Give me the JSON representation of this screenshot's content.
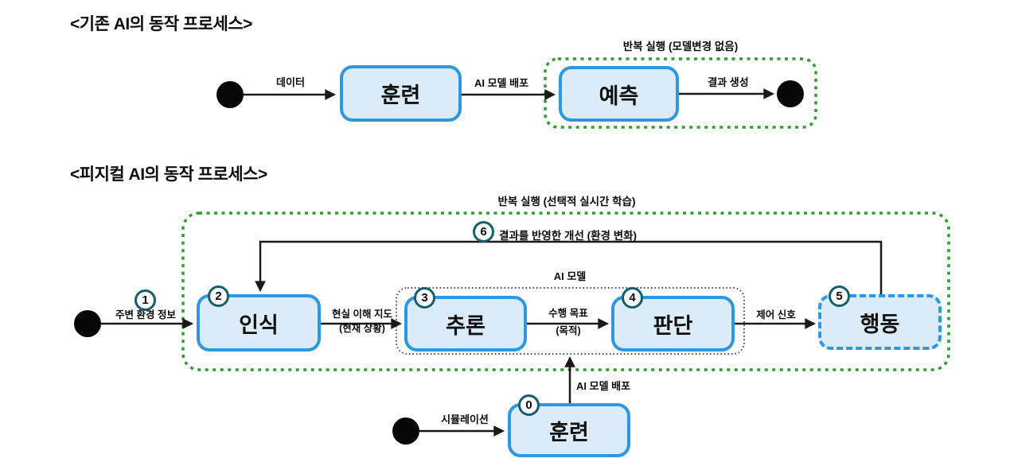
{
  "colors": {
    "node_border_blue": "#2e97e0",
    "node_fill_blue": "#dcebf8",
    "loop_green": "#2f9e2f",
    "badge_ring_teal": "#145f6b",
    "ai_model_dotted": "#3b4a63",
    "line_black": "#1a1a1a"
  },
  "diagram1": {
    "title": "<기존 AI의 동작 프로세스>",
    "loop_label": {
      "prefix": "반복 실행 ",
      "bold": "(모델변경 없음)"
    },
    "nodes": {
      "train": "훈련",
      "predict": "예측"
    },
    "edges": {
      "data": "데이터",
      "deploy": "AI 모델 배포",
      "result": "결과 생성"
    }
  },
  "diagram2": {
    "title": "<피지컬 AI의 동작 프로세스>",
    "loop_label": {
      "prefix": "반복 실행 ",
      "bold": "(선택적 실시간 학습)"
    },
    "ai_model_label": "AI 모델",
    "feedback": {
      "num": "6",
      "label": "결과를 반영한 개선 (환경 변화)"
    },
    "nodes": {
      "recognize": {
        "num": "2",
        "label": "인식"
      },
      "reason": {
        "num": "3",
        "label": "추론"
      },
      "judge": {
        "num": "4",
        "label": "판단"
      },
      "act": {
        "num": "5",
        "label": "행동"
      },
      "train": {
        "num": "0",
        "label": "훈련"
      }
    },
    "edges": {
      "env": {
        "num": "1",
        "label": "주변 환경 정보"
      },
      "understanding": {
        "line1": "현실 이해 지도",
        "line2": "(현재 상황)"
      },
      "goal": {
        "line1": "수행 목표",
        "line2": "(목적)"
      },
      "control": "제어 신호",
      "sim": "시뮬레이션",
      "deploy": "AI 모델 배포"
    }
  }
}
